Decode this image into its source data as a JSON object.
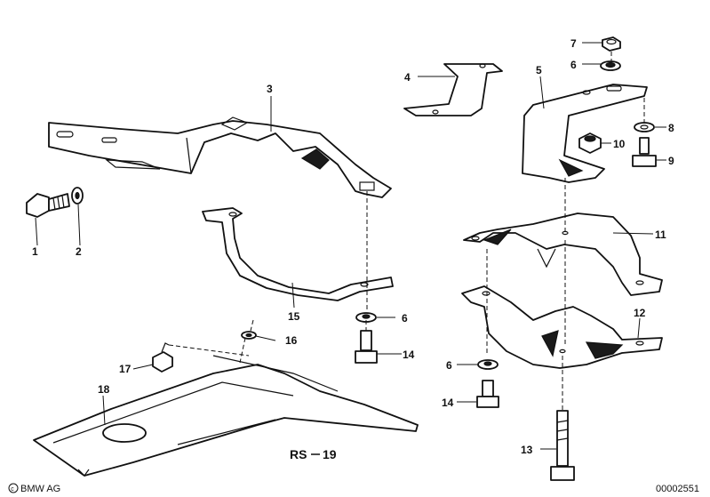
{
  "diagram": {
    "callouts": [
      "1",
      "2",
      "3",
      "4",
      "5",
      "6",
      "7",
      "8",
      "9",
      "10",
      "11",
      "12",
      "13",
      "14",
      "15",
      "16",
      "17",
      "18"
    ],
    "extra_callouts": {
      "six_b": "6",
      "six_c": "6",
      "fourteen_b": "14"
    },
    "section_code": "RS",
    "section_number": "19",
    "brand": "BMW AG",
    "drawing_number": "00002551",
    "colors": {
      "ink": "#111111",
      "paper": "#ffffff"
    }
  }
}
